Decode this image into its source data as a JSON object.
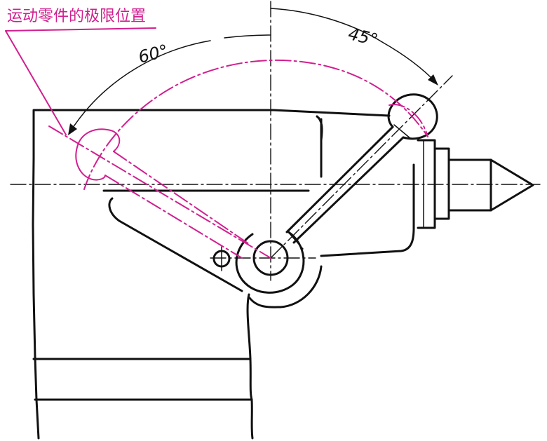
{
  "annotation": {
    "text": "运动零件的极限位置"
  },
  "dimensions": {
    "angle_left": "60°",
    "angle_right": "45°"
  },
  "colors": {
    "outline": "#111111",
    "phantom": "#d11f8f",
    "background": "#ffffff"
  }
}
